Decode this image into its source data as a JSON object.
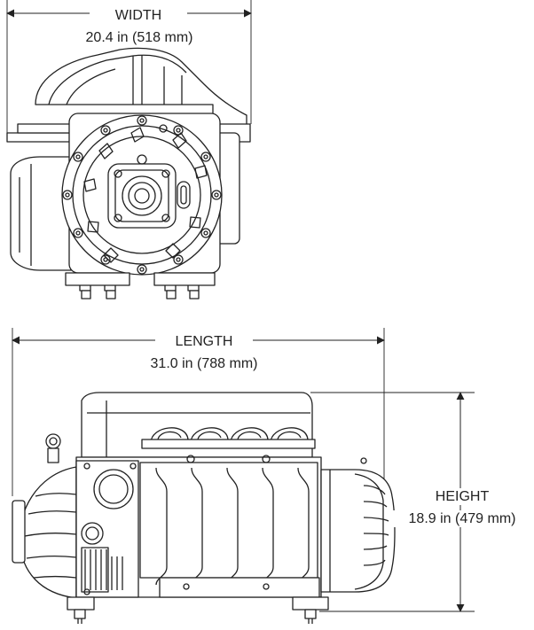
{
  "dimensions": {
    "width": {
      "label": "WIDTH",
      "value": "20.4 in (518 mm)"
    },
    "length": {
      "label": "LENGTH",
      "value": "31.0 in (788 mm)"
    },
    "height": {
      "label": "HEIGHT",
      "value": "18.9 in (479 mm)"
    }
  },
  "colors": {
    "line": "#222222",
    "background": "#ffffff"
  }
}
